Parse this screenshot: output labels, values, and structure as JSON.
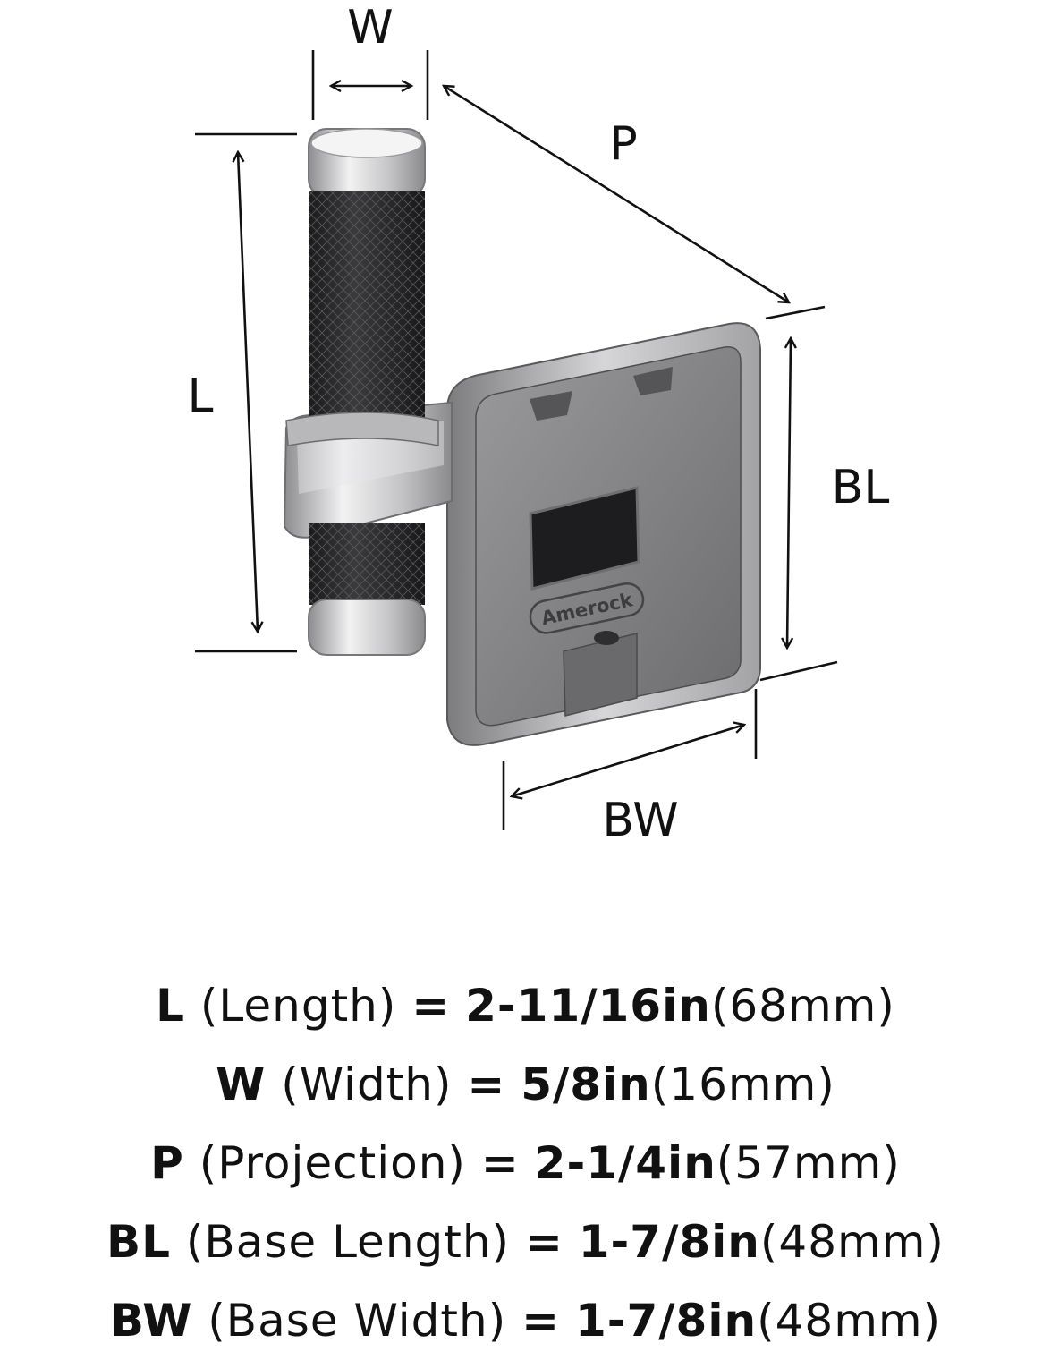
{
  "product": {
    "brand_mark": "Amerock"
  },
  "dimension_labels": {
    "w": "W",
    "p": "P",
    "l": "L",
    "bl": "BL",
    "bw": "BW"
  },
  "specs": [
    {
      "code": "L",
      "name": "(Length)",
      "eq": "=",
      "imperial": "2-11/16in",
      "metric": "(68mm)"
    },
    {
      "code": "W",
      "name": "(Width)",
      "eq": "=",
      "imperial": "5/8in",
      "metric": "(16mm)"
    },
    {
      "code": "P",
      "name": "(Projection)",
      "eq": "=",
      "imperial": "2-1/4in",
      "metric": "(57mm)"
    },
    {
      "code": "BL",
      "name": "(Base Length)",
      "eq": "=",
      "imperial": "1-7/8in",
      "metric": "(48mm)"
    },
    {
      "code": "BW",
      "name": "(Base Width)",
      "eq": "=",
      "imperial": "1-7/8in",
      "metric": "(48mm)"
    }
  ],
  "colors": {
    "dimension_line": "#111111",
    "knob_black": "#2a2a2c",
    "nickel": "#c9c9cb",
    "base_gray": "#8a8a8c"
  }
}
